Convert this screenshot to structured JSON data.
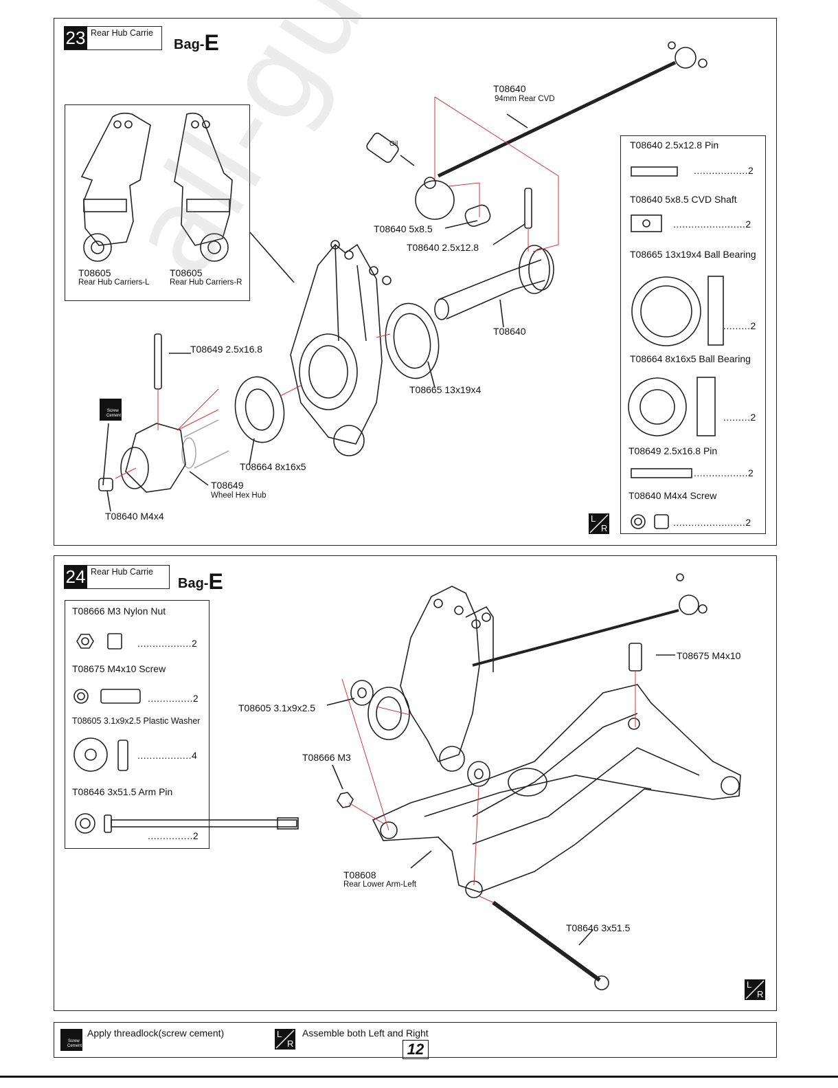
{
  "step23": {
    "number": "23",
    "title": "Rear Hub Carrie",
    "bag_prefix": "Bag-",
    "bag_letter": "E",
    "callouts": {
      "cvd_code": "T08640",
      "cvd_name": "94mm Rear CVD",
      "shaft_5x85": "T08640  5x8.5",
      "pin_25x128": "T08640  2.5x12.8",
      "axle": "T08640",
      "bearing_13": "T08665 13x19x4",
      "pin_25x168": "T08649 2.5x16.8",
      "bearing_8": "T08664 8x16x5",
      "hex_code": "T08649",
      "hex_name": "Wheel Hex Hub",
      "screw": "T08640 M4x4",
      "carrier_l_code": "T08605",
      "carrier_l_name": "Rear Hub Carriers-L",
      "carrier_r_code": "T08605",
      "carrier_r_name": "Rear Hub Carriers-R",
      "oil": "Oil"
    },
    "parts": [
      {
        "title": "T08640  2.5x12.8 Pin",
        "qty": "..................2"
      },
      {
        "title": "T08640  5x8.5 CVD Shaft",
        "qty": "........................2"
      },
      {
        "title": "T08665  13x19x4 Ball Bearing",
        "qty": ".........2"
      },
      {
        "title": "T08664  8x16x5 Ball Bearing",
        "qty": ".........2"
      },
      {
        "title": "T08649  2.5x16.8 Pin",
        "qty": "..................2"
      },
      {
        "title": "T08640  M4x4 Screw",
        "qty": "........................2"
      }
    ]
  },
  "step24": {
    "number": "24",
    "title": "Rear Hub Carrie",
    "bag_prefix": "Bag-",
    "bag_letter": "E",
    "callouts": {
      "screw_m4x10": "T08675 M4x10",
      "washer": "T08605 3.1x9x2.5",
      "nut": "T08666 M3",
      "arm_code": "T08608",
      "arm_name": "Rear Lower Arm-Left",
      "armpin": "T08646 3x51.5"
    },
    "parts": [
      {
        "title": "T08666  M3 Nylon Nut",
        "qty": "..................2"
      },
      {
        "title": "T08675  M4x10 Screw",
        "qty": "...............2"
      },
      {
        "title": "T08605  3.1x9x2.5 Plastic Washer",
        "qty": "..................4"
      },
      {
        "title": "T08646  3x51.5 Arm Pin",
        "qty": "...............2"
      }
    ]
  },
  "icons": {
    "screw_cement_line1": "Screw",
    "screw_cement_line2": "Cement",
    "lr_left": "L",
    "lr_right": "R"
  },
  "footer": {
    "threadlock": "Apply threadlock(screw cement)",
    "both_sides": "Assemble both Left and Right",
    "page_number": "12"
  },
  "watermark": "all-guides.com"
}
